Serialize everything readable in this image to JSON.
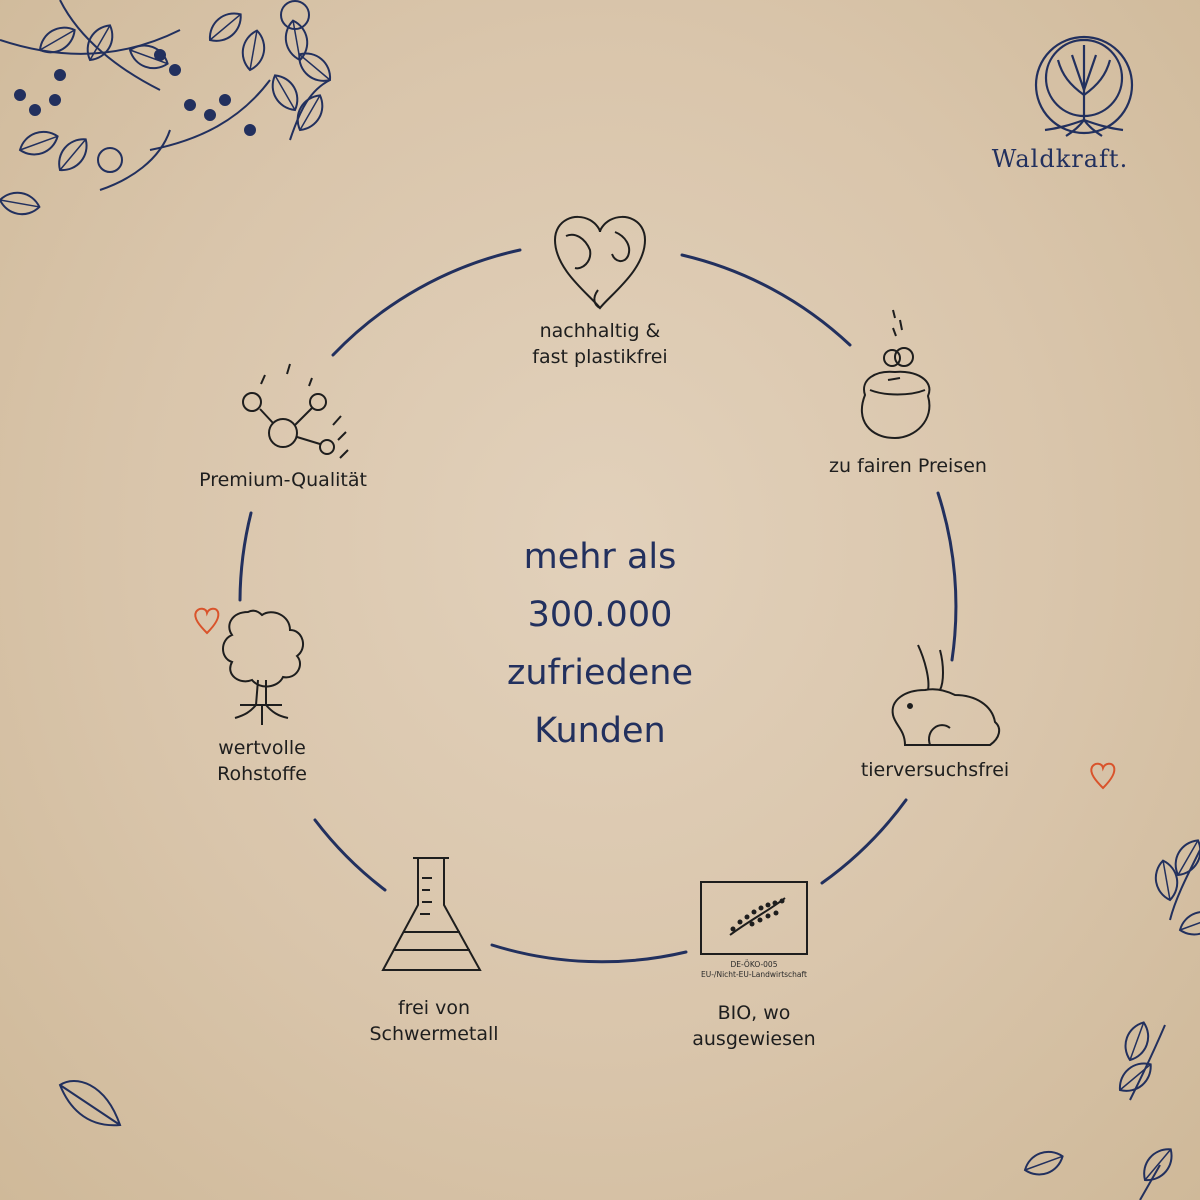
{
  "brand": {
    "name": "Waldkraft."
  },
  "center": {
    "lines": [
      "mehr als",
      "300.000",
      "zufriedene",
      "Kunden"
    ]
  },
  "features": [
    {
      "id": "sustainable",
      "lines": [
        "nachhaltig &",
        "fast plastikfrei"
      ]
    },
    {
      "id": "fair-price",
      "lines": [
        "zu fairen Preisen"
      ]
    },
    {
      "id": "cruelty-free",
      "lines": [
        "tierversuchsfrei"
      ]
    },
    {
      "id": "bio",
      "lines": [
        "BIO, wo",
        "ausgewiesen"
      ]
    },
    {
      "id": "heavy-metal",
      "lines": [
        "frei von",
        "Schwermetall"
      ]
    },
    {
      "id": "raw-materials",
      "lines": [
        "wertvolle",
        "Rohstoffe"
      ]
    },
    {
      "id": "premium",
      "lines": [
        "Premium-Qualität"
      ]
    }
  ],
  "eu_logo": {
    "code": "DE-ÖKO-005",
    "origin": "EU-/Nicht-EU-Landwirtschaft"
  },
  "colors": {
    "navy": "#22305e",
    "accent_heart": "#d9532b",
    "paper": "#dccab1"
  }
}
